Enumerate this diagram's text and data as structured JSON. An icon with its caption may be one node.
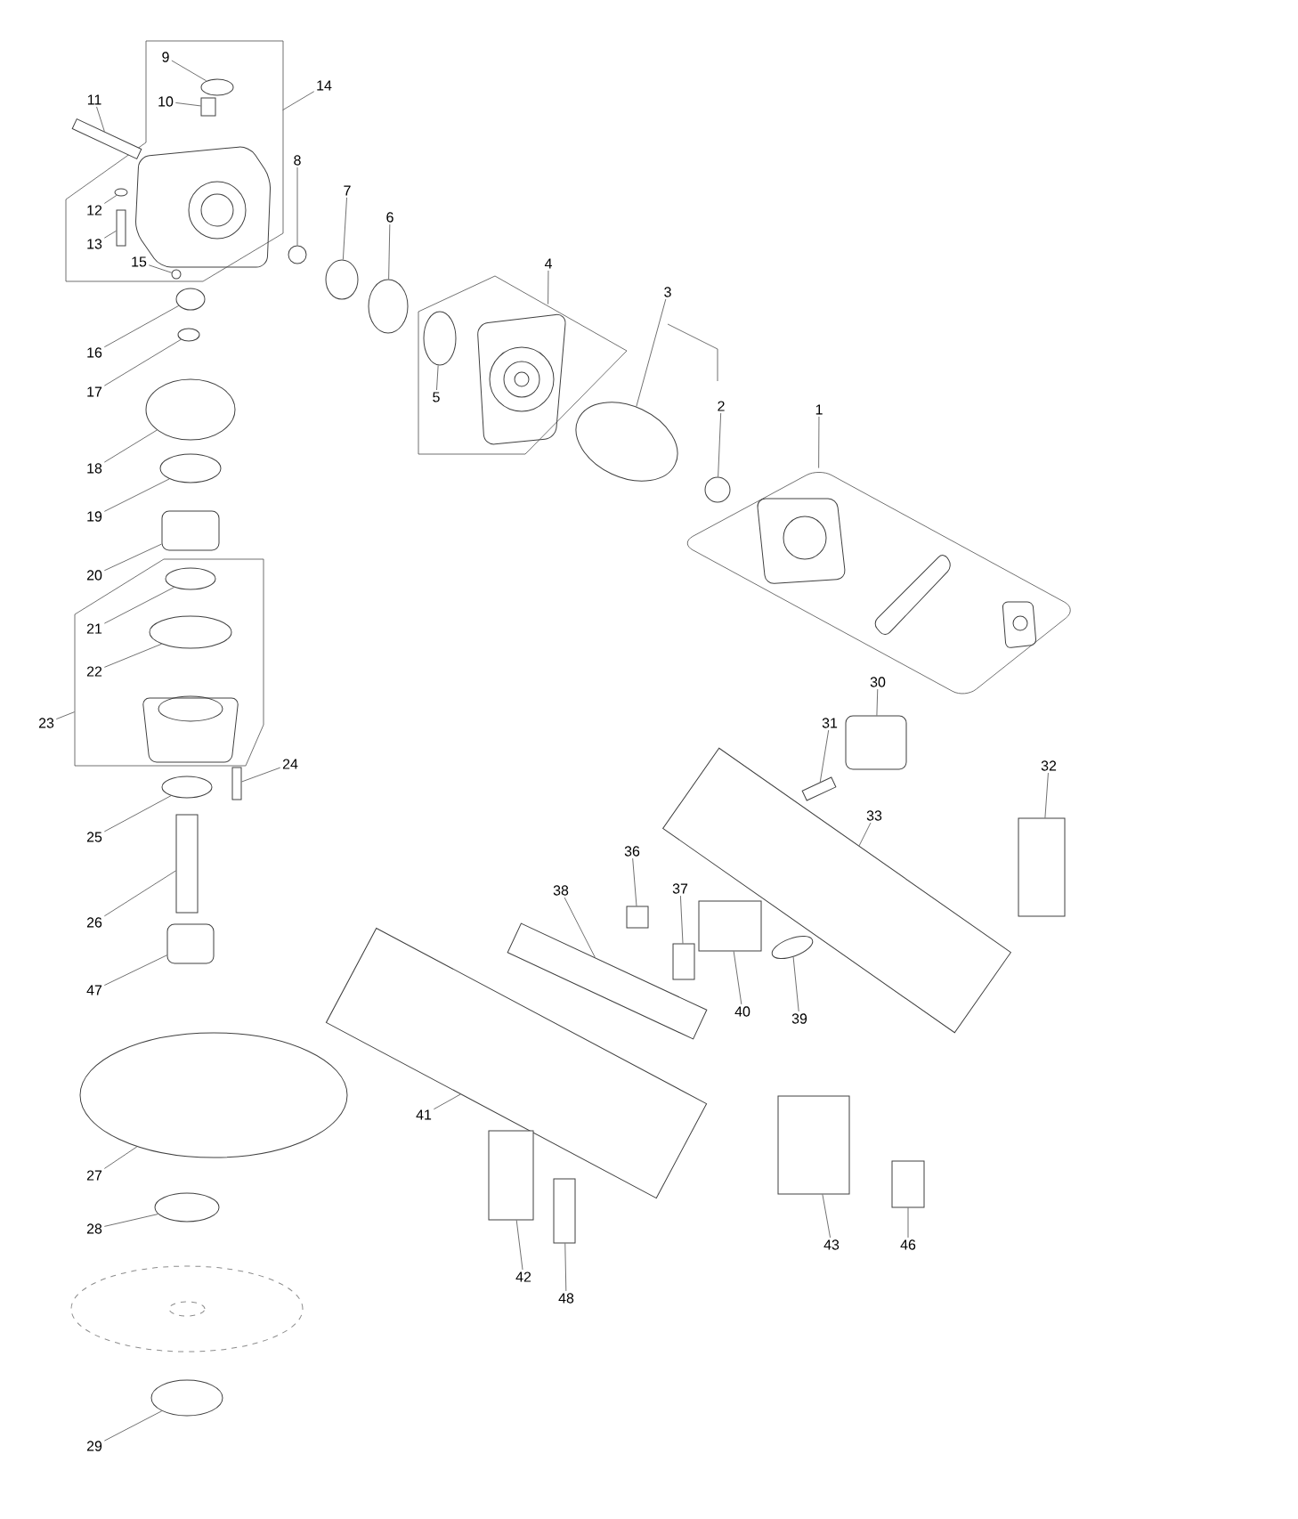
{
  "diagram": {
    "nodes": [
      {
        "text": [],
        "shape": "box"
      },
      {
        "text": [],
        "shape": "box"
      },
      {
        "text": [],
        "shape": "box"
      },
      {
        "text": [],
        "shape": "box"
      },
      {
        "text": [
          "9"
        ],
        "in": 0
      },
      {
        "text": [
          "11"
        ]
      },
      {
        "text": [
          "10"
        ],
        "in": 0
      },
      {
        "text": [
          "14"
        ]
      },
      {
        "text": [
          "8"
        ]
      },
      {
        "text": [
          "7"
        ]
      },
      {
        "text": [
          "6"
        ]
      },
      {
        "text": [
          "12"
        ],
        "in": 0
      },
      {
        "text": [
          "13"
        ],
        "in": 0
      },
      {
        "text": [
          "15"
        ],
        "in": 0
      },
      {
        "text": [
          "4"
        ]
      },
      {
        "text": [
          "3"
        ]
      },
      {
        "text": [
          "16"
        ]
      },
      {
        "text": [
          "5"
        ],
        "in": 1
      },
      {
        "text": [
          "17"
        ]
      },
      {
        "text": [
          "2"
        ]
      },
      {
        "text": [
          "1"
        ]
      },
      {
        "text": [
          "18"
        ]
      },
      {
        "text": [
          "19"
        ]
      },
      {
        "text": [
          "20"
        ]
      },
      {
        "text": [
          "21"
        ],
        "in": 3
      },
      {
        "text": [
          "22"
        ],
        "in": 3
      },
      {
        "text": [
          "23"
        ]
      },
      {
        "text": [
          "30"
        ]
      },
      {
        "text": [
          "31"
        ]
      },
      {
        "text": [
          "24"
        ]
      },
      {
        "text": [
          "32"
        ]
      },
      {
        "text": [
          "25"
        ]
      },
      {
        "text": [
          "33"
        ]
      },
      {
        "text": [
          "36"
        ]
      },
      {
        "text": [
          "37"
        ]
      },
      {
        "text": [
          "38"
        ]
      },
      {
        "text": [
          "26"
        ]
      },
      {
        "text": [
          "40"
        ]
      },
      {
        "text": [
          "39"
        ]
      },
      {
        "text": [
          "47"
        ]
      },
      {
        "text": [
          "41"
        ]
      },
      {
        "text": [
          "27"
        ]
      },
      {
        "text": [
          "28"
        ]
      },
      {
        "text": [
          "42"
        ]
      },
      {
        "text": [
          "43"
        ]
      },
      {
        "text": [
          "46"
        ]
      },
      {
        "text": [
          "48"
        ]
      },
      {
        "text": [
          "29"
        ]
      },
      {
        "text": [],
        "shape": "circle",
        "in": 0
      },
      {
        "text": [],
        "shape": "box"
      },
      {
        "text": [],
        "shape": "box",
        "in": 0
      },
      {
        "text": [],
        "shape": "circle"
      },
      {
        "text": [],
        "shape": "circle"
      },
      {
        "text": [],
        "shape": "circle"
      },
      {
        "text": [],
        "shape": "circle",
        "in": 0
      },
      {
        "text": [],
        "shape": "box",
        "in": 0
      },
      {
        "text": [],
        "shape": "circle",
        "in": 0
      },
      {
        "text": [],
        "shape": "circle"
      },
      {
        "text": [],
        "shape": "circle"
      },
      {
        "text": [],
        "shape": "circle",
        "in": 1
      },
      {
        "text": [],
        "shape": "circle"
      },
      {
        "text": [],
        "shape": "circle"
      },
      {
        "text": [],
        "shape": "circle"
      },
      {
        "text": [],
        "shape": "circle"
      },
      {
        "text": [],
        "shape": "box"
      },
      {
        "text": [],
        "shape": "circle",
        "in": 3
      },
      {
        "text": [],
        "shape": "circle",
        "in": 3
      },
      {
        "text": [],
        "shape": "box"
      },
      {
        "text": [],
        "shape": "box"
      },
      {
        "text": [],
        "shape": "box"
      },
      {
        "text": [],
        "shape": "box"
      },
      {
        "text": [],
        "shape": "circle"
      },
      {
        "text": [],
        "shape": "box"
      },
      {
        "text": [],
        "shape": "box"
      },
      {
        "text": [],
        "shape": "box"
      },
      {
        "text": [],
        "shape": "box"
      },
      {
        "text": [],
        "shape": "box"
      },
      {
        "text": [],
        "shape": "box"
      },
      {
        "text": [],
        "shape": "circle"
      },
      {
        "text": [],
        "shape": "box"
      },
      {
        "text": [],
        "shape": "box"
      },
      {
        "text": [],
        "shape": "circle"
      },
      {
        "text": [],
        "shape": "circle"
      },
      {
        "text": [],
        "shape": "box"
      },
      {
        "text": [],
        "shape": "box"
      },
      {
        "text": [],
        "shape": "box"
      },
      {
        "text": [],
        "shape": "box"
      },
      {
        "text": [],
        "shape": "circle"
      }
    ],
    "edges": [
      {
        "from": 4,
        "to": 48,
        "arrow": "none"
      },
      {
        "from": 5,
        "to": 49,
        "arrow": "none"
      },
      {
        "from": 6,
        "to": 50,
        "arrow": "none"
      },
      {
        "from": 7,
        "to": 0,
        "arrow": "none"
      },
      {
        "from": 8,
        "to": 51,
        "arrow": "none"
      },
      {
        "from": 9,
        "to": 52,
        "arrow": "none"
      },
      {
        "from": 10,
        "to": 53,
        "arrow": "none"
      },
      {
        "from": 11,
        "to": 54,
        "arrow": "none"
      },
      {
        "from": 12,
        "to": 55,
        "arrow": "none"
      },
      {
        "from": 13,
        "to": 56,
        "arrow": "none"
      },
      {
        "from": 14,
        "to": 1,
        "arrow": "none"
      },
      {
        "from": 15,
        "to": 57,
        "arrow": "none"
      },
      {
        "from": 16,
        "to": 58,
        "arrow": "none"
      },
      {
        "from": 17,
        "to": 59,
        "arrow": "none"
      },
      {
        "from": 18,
        "to": 60,
        "arrow": "none"
      },
      {
        "from": 19,
        "to": 61,
        "arrow": "none"
      },
      {
        "from": 20,
        "to": 2,
        "arrow": "none"
      },
      {
        "from": 21,
        "to": 62,
        "arrow": "none"
      },
      {
        "from": 22,
        "to": 63,
        "arrow": "none"
      },
      {
        "from": 23,
        "to": 64,
        "arrow": "none"
      },
      {
        "from": 24,
        "to": 65,
        "arrow": "none"
      },
      {
        "from": 25,
        "to": 66,
        "arrow": "none"
      },
      {
        "from": 26,
        "to": 3,
        "arrow": "none"
      },
      {
        "from": 27,
        "to": 67,
        "arrow": "none"
      },
      {
        "from": 28,
        "to": 68,
        "arrow": "none"
      },
      {
        "from": 29,
        "to": 69,
        "arrow": "none"
      },
      {
        "from": 30,
        "to": 70,
        "arrow": "none"
      },
      {
        "from": 31,
        "to": 71,
        "arrow": "none"
      },
      {
        "from": 32,
        "to": 72,
        "arrow": "none"
      },
      {
        "from": 33,
        "to": 73,
        "arrow": "none"
      },
      {
        "from": 34,
        "to": 74,
        "arrow": "none"
      },
      {
        "from": 35,
        "to": 75,
        "arrow": "none"
      },
      {
        "from": 36,
        "to": 76,
        "arrow": "none"
      },
      {
        "from": 37,
        "to": 77,
        "arrow": "none"
      },
      {
        "from": 38,
        "to": 78,
        "arrow": "none"
      },
      {
        "from": 39,
        "to": 79,
        "arrow": "none"
      },
      {
        "from": 40,
        "to": 80,
        "arrow": "none"
      },
      {
        "from": 41,
        "to": 81,
        "arrow": "none"
      },
      {
        "from": 42,
        "to": 82,
        "arrow": "none"
      },
      {
        "from": 43,
        "to": 83,
        "arrow": "none"
      },
      {
        "from": 44,
        "to": 84,
        "arrow": "none"
      },
      {
        "from": 45,
        "to": 85,
        "arrow": "none"
      },
      {
        "from": 46,
        "to": 86,
        "arrow": "none"
      },
      {
        "from": 47,
        "to": 87,
        "arrow": "none"
      }
    ]
  }
}
